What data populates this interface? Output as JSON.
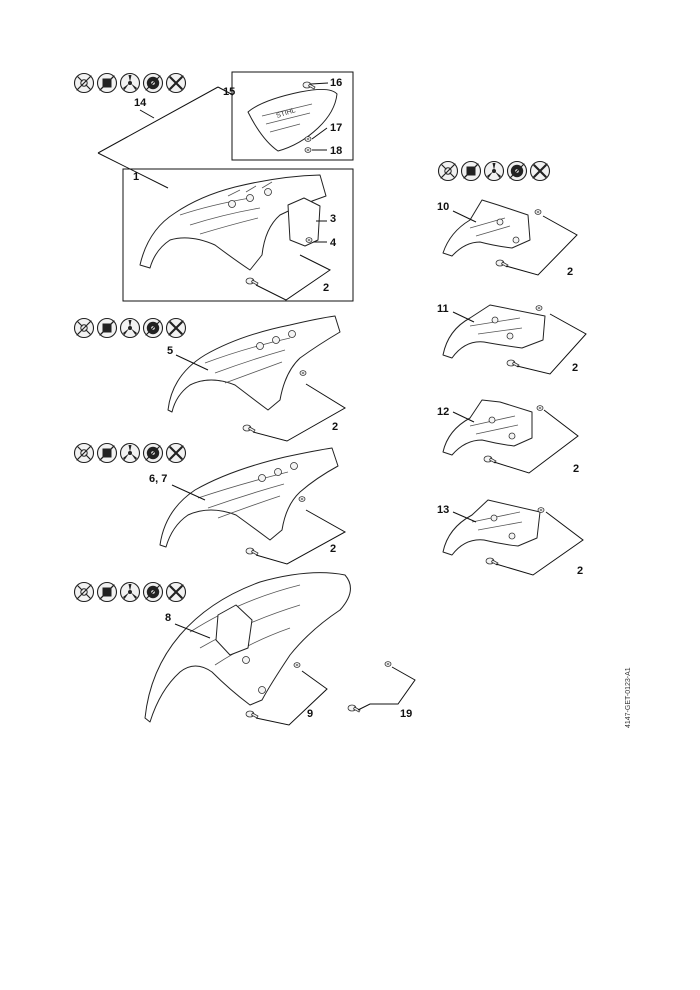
{
  "callouts": {
    "c1": "1",
    "c2a": "2",
    "c2b": "2",
    "c2c": "2",
    "c2d": "2",
    "c2e": "2",
    "c2f": "2",
    "c2g": "2",
    "c3": "3",
    "c4": "4",
    "c5": "5",
    "c67": "6, 7",
    "c8": "8",
    "c9": "9",
    "c10": "10",
    "c11": "11",
    "c12": "12",
    "c13": "13",
    "c14": "14",
    "c15": "15",
    "c16": "16",
    "c17": "17",
    "c18": "18",
    "c19": "19"
  },
  "drawing_code": "4147-GET-0123-A1",
  "symbol_rows": [
    {
      "icons": [
        "trimmer-head-icon",
        "metal-blade-icon",
        "three-tooth-blade-icon",
        "saw-blade-icon",
        "four-tooth-blade-icon"
      ]
    },
    {
      "icons": [
        "trimmer-head-icon",
        "metal-blade-icon",
        "three-tooth-blade-icon",
        "saw-blade-icon",
        "four-tooth-blade-icon"
      ]
    },
    {
      "icons": [
        "trimmer-head-icon",
        "metal-blade-icon",
        "three-tooth-blade-icon",
        "saw-blade-icon",
        "four-tooth-blade-icon"
      ]
    },
    {
      "icons": [
        "trimmer-head-icon",
        "metal-blade-icon",
        "three-tooth-blade-icon",
        "saw-blade-icon",
        "four-tooth-blade-icon"
      ]
    },
    {
      "icons": [
        "trimmer-head-icon",
        "metal-blade-icon",
        "three-tooth-blade-icon",
        "saw-blade-icon",
        "four-tooth-blade-icon"
      ]
    }
  ],
  "colors": {
    "line": "#111111",
    "background": "#ffffff"
  }
}
